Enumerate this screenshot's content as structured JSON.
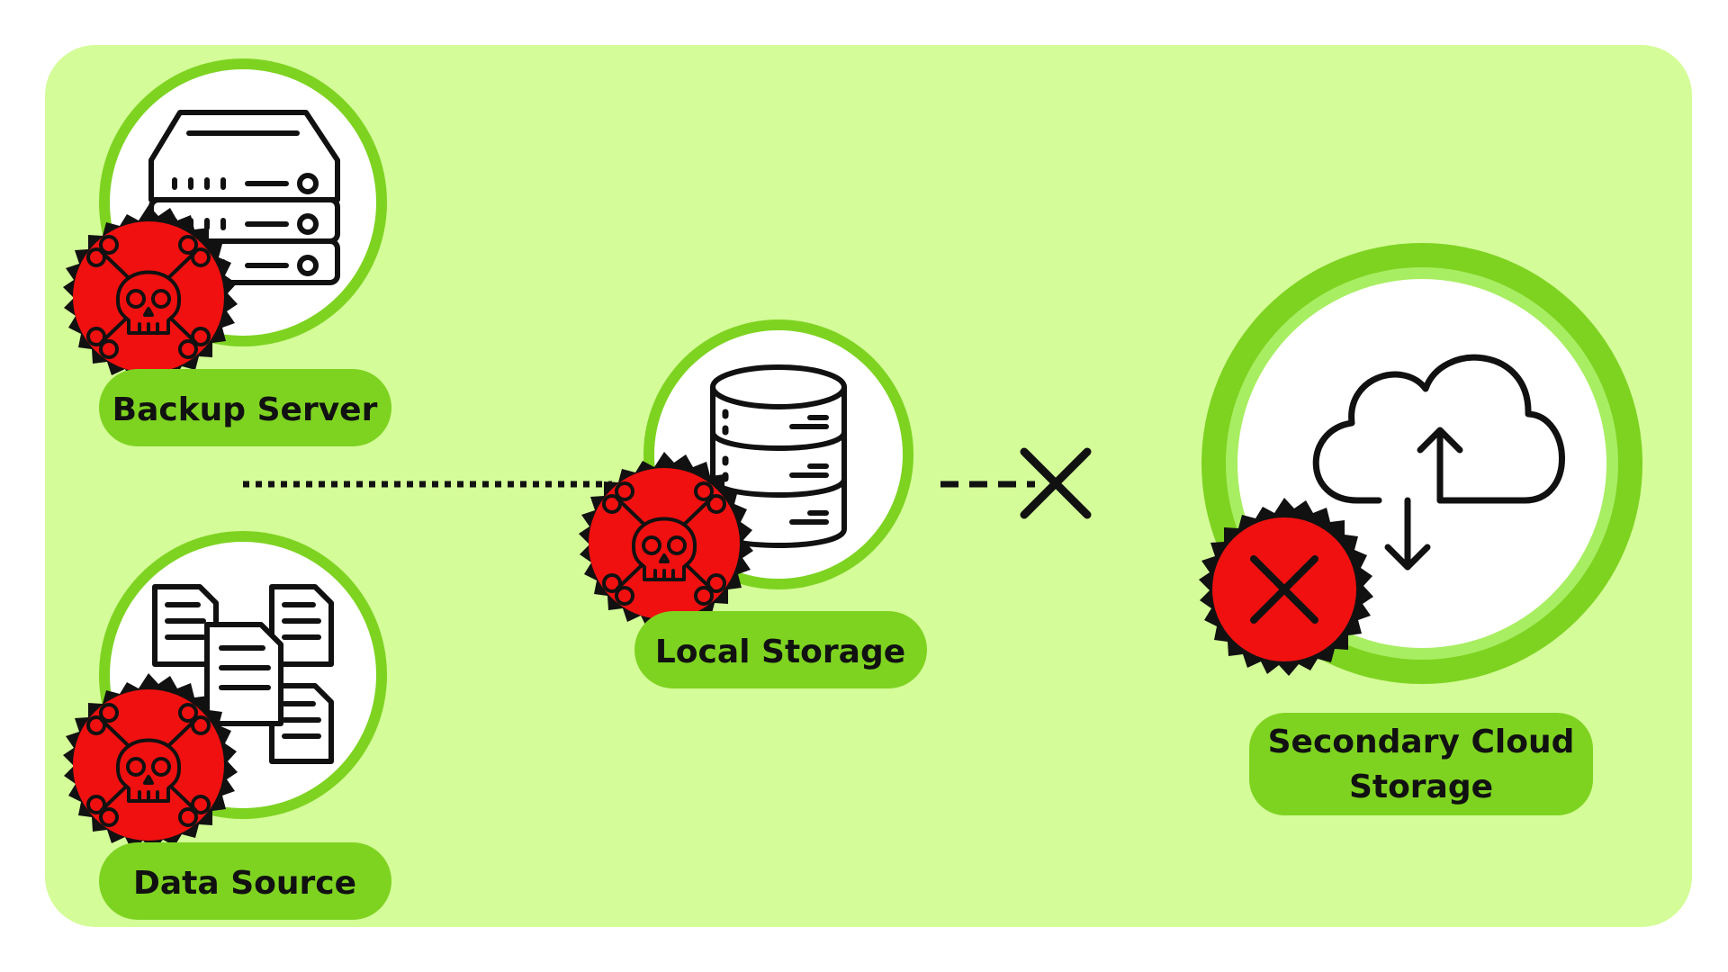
{
  "colors": {
    "panel_background": "#d4fc98",
    "ring_green": "#7ed321",
    "ring_inner_light": "#a8ee62",
    "label_pill": "#7ed321",
    "danger_red": "#f01010",
    "badge_black": "#111111",
    "icon_line": "#111111",
    "node_fill": "#ffffff"
  },
  "nodes": {
    "backup_server": {
      "label": "Backup Server",
      "icon": "server-rack-icon",
      "badge": "skull-crossbones-icon"
    },
    "data_source": {
      "label": "Data Source",
      "icon": "documents-icon",
      "badge": "skull-crossbones-icon"
    },
    "local_storage": {
      "label": "Local Storage",
      "icon": "database-icon",
      "badge": "skull-crossbones-icon"
    },
    "secondary_cloud_storage": {
      "label_line1": "Secondary Cloud",
      "label_line2": "Storage",
      "icon": "cloud-sync-icon",
      "badge": "x-mark-icon"
    }
  },
  "connections": [
    {
      "from": "backup_server",
      "to": "local_storage",
      "style": "dotted"
    },
    {
      "from": "local_storage",
      "to": "secondary_cloud_storage",
      "style": "dashed",
      "status": "blocked"
    }
  ]
}
